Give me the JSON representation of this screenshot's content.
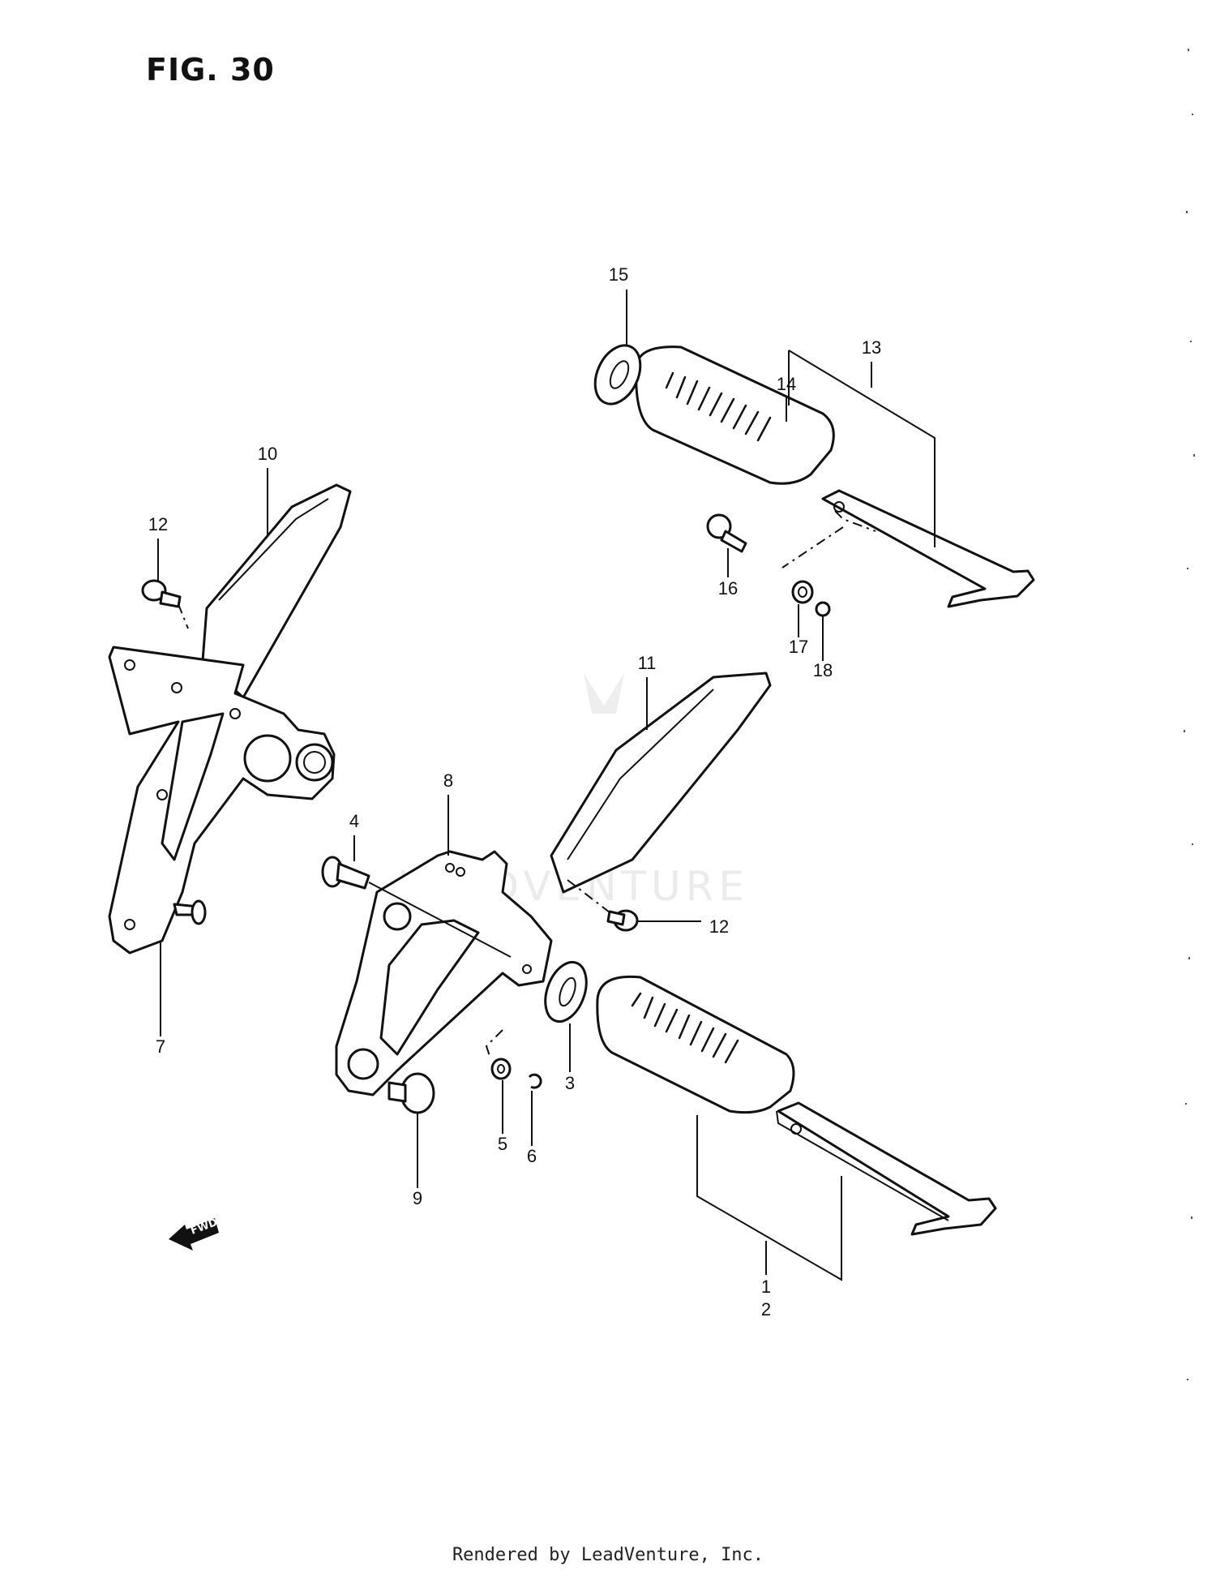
{
  "figure": {
    "title": "FIG. 30"
  },
  "footer": {
    "text": "Rendered by LeadVenture, Inc."
  },
  "watermark": {
    "text": "LEADVENTURE"
  },
  "direction_marker": {
    "label": "FWD"
  },
  "callouts": {
    "c1": "1",
    "c2": "2",
    "c3": "3",
    "c4": "4",
    "c5": "5",
    "c6": "6",
    "c7": "7",
    "c8": "8",
    "c9": "9",
    "c10": "10",
    "c11": "11",
    "c12a": "12",
    "c12b": "12",
    "c13": "13",
    "c14": "14",
    "c15": "15",
    "c16": "16",
    "c17": "17",
    "c18": "18"
  }
}
